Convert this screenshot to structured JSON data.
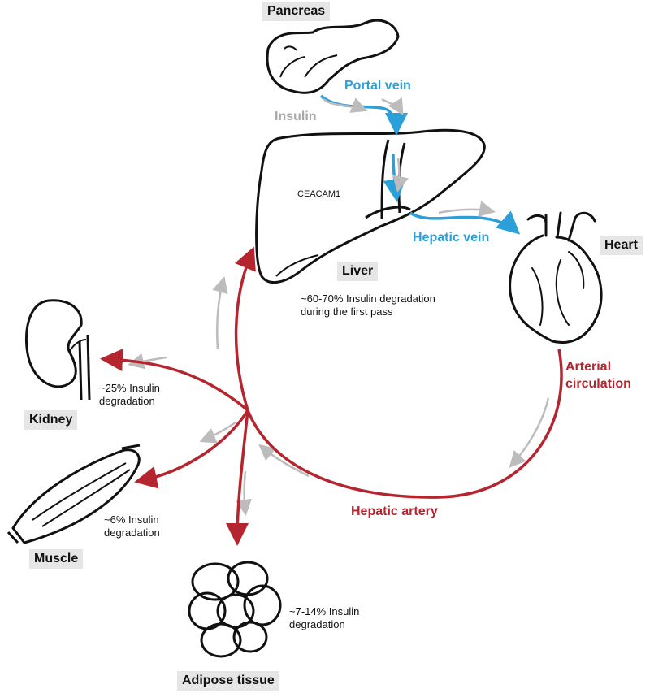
{
  "organs": {
    "pancreas": "Pancreas",
    "liver": "Liver",
    "heart": "Heart",
    "kidney": "Kidney",
    "muscle": "Muscle",
    "adipose": "Adipose tissue"
  },
  "vessels": {
    "portal_vein": "Portal vein",
    "hepatic_vein": "Hepatic vein",
    "arterial_line1": "Arterial",
    "arterial_line2": "circulation",
    "hepatic_artery": "Hepatic artery"
  },
  "insulin_label": "Insulin",
  "ceacam_label": "CEACAM1",
  "notes": {
    "liver_line1": "~60-70% Insulin degradation",
    "liver_line2": "during the first pass",
    "kidney_line1": "~25% Insulin",
    "kidney_line2": "degradation",
    "muscle_line1": "~6% Insulin",
    "muscle_line2": "degradation",
    "adipose_line1": "~7-14% Insulin",
    "adipose_line2": "degradation"
  },
  "colors": {
    "blue": "#2a9fd8",
    "red": "#b5252f",
    "gray": "#b5b5b5",
    "label_bg": "#e6e6e6"
  }
}
